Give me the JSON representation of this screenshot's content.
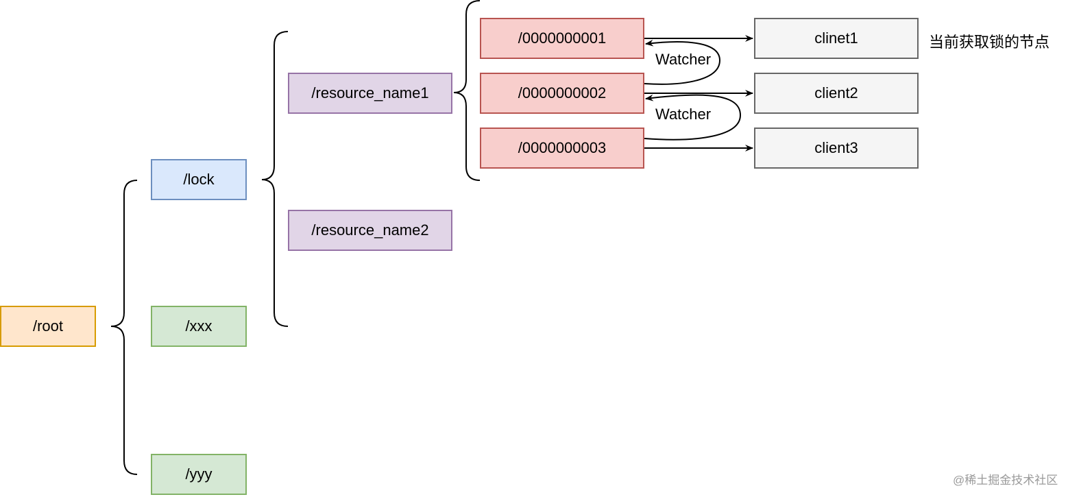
{
  "nodes": {
    "root": "/root",
    "lock": "/lock",
    "xxx": "/xxx",
    "yyy": "/yyy",
    "resource_name1": "/resource_name1",
    "resource_name2": "/resource_name2",
    "seq1": "/0000000001",
    "seq2": "/0000000002",
    "seq3": "/0000000003",
    "client1": "clinet1",
    "client2": "client2",
    "client3": "client3"
  },
  "labels": {
    "watcher_1": "Watcher",
    "watcher_2": "Watcher",
    "current_lock_note": "当前获取锁的节点"
  },
  "watermark": "@稀土掘金技术社区",
  "colors": {
    "root_fill": "#ffe6cc",
    "root_stroke": "#d79b00",
    "lock_fill": "#dae8fc",
    "lock_stroke": "#6c8ebf",
    "green_fill": "#d5e8d4",
    "green_stroke": "#82b366",
    "purple_fill": "#e1d5e7",
    "purple_stroke": "#9673a6",
    "red_fill": "#f8cecc",
    "red_stroke": "#b85450",
    "gray_fill": "#f5f5f5",
    "gray_stroke": "#666666",
    "line": "#000000"
  }
}
